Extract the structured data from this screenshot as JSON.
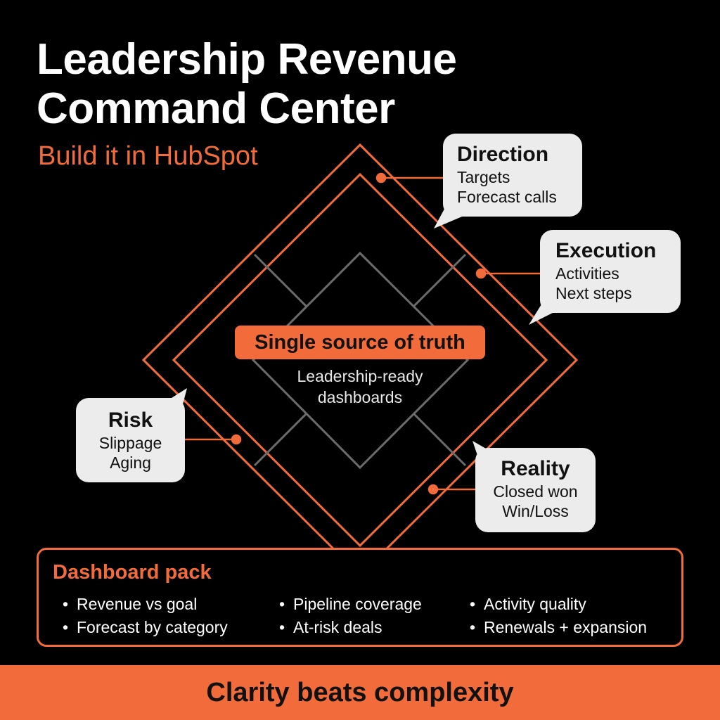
{
  "header": {
    "title_line1": "Leadership Revenue",
    "title_line2": "Command Center",
    "subtitle": "Build it in HubSpot"
  },
  "center": {
    "label": "Single source of truth",
    "sub_line1": "Leadership-ready",
    "sub_line2": "dashboards"
  },
  "callouts": {
    "direction": {
      "title": "Direction",
      "lines": [
        "Targets",
        "Forecast calls"
      ]
    },
    "execution": {
      "title": "Execution",
      "lines": [
        "Activities",
        "Next steps"
      ]
    },
    "risk": {
      "title": "Risk",
      "lines": [
        "Slippage",
        "Aging"
      ]
    },
    "reality": {
      "title": "Reality",
      "lines": [
        "Closed won",
        "Win/Loss"
      ]
    }
  },
  "dashboard_pack": {
    "title": "Dashboard pack",
    "items": [
      "Revenue vs goal",
      "Forecast by category",
      "Pipeline coverage",
      "At-risk deals",
      "Activity quality",
      "Renewals + expansion"
    ]
  },
  "footer": {
    "tagline": "Clarity beats complexity"
  },
  "colors": {
    "background": "#000000",
    "accent": "#f26b3a",
    "bubble": "#ececec",
    "inner_lines": "#6b6b6b"
  }
}
